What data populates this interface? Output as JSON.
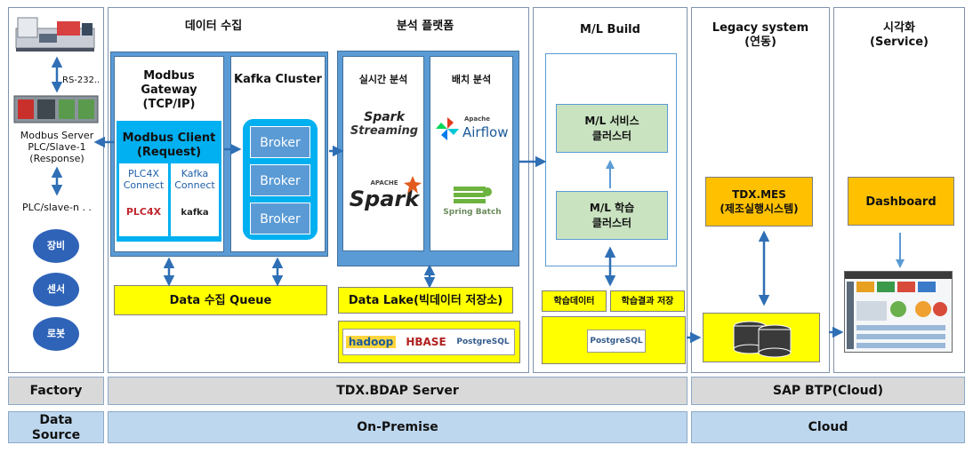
{
  "sections": {
    "data_collection": "데이터 수집",
    "analytics_platform": "분석 플랫폼",
    "ml_build": "M/L Build",
    "legacy_line1": "Legacy system",
    "legacy_line2": "(연동)",
    "visual_line1": "시각화",
    "visual_line2": "(Service)"
  },
  "factory": {
    "rs232": "RS-232..",
    "server_line1": "Modbus Server",
    "server_line2": "PLC/Slave-1",
    "server_line3": "(Response)",
    "slave_n": "PLC/slave-n . .",
    "ovals": [
      "장비",
      "센서",
      "로봇"
    ]
  },
  "gateway": {
    "title_line1": "Modbus Gateway",
    "title_line2": "(TCP/IP)",
    "client_line1": "Modbus Client",
    "client_line2": "(Request)",
    "plc4x_line1": "PLC4X",
    "plc4x_line2": "Connect",
    "kafka_line1": "Kafka",
    "kafka_line2": "Connect",
    "plc4x_logo": "PLC4X",
    "kafka_logo": "kafka"
  },
  "kafka_cluster": {
    "title": "Kafka Cluster",
    "brokers": [
      "Broker",
      "Broker",
      "Broker"
    ]
  },
  "analytics": {
    "realtime": "실시간 분석",
    "batch": "배치 분석",
    "spark_streaming_line1": "Spark",
    "spark_streaming_line2": "Streaming",
    "apache_small1": "APACHE",
    "spark": "Spark",
    "apache_small2": "Apache",
    "airflow": "Airflow",
    "spring_batch": "Spring Batch"
  },
  "queue": "Data 수집 Queue",
  "lake": {
    "label": "Data Lake(빅데이터 저장소)",
    "logos": [
      "hadoop",
      "HBASE",
      "PostgreSQL"
    ]
  },
  "ml": {
    "service_line1": "M/L 서비스",
    "service_line2": "클러스터",
    "train_line1": "M/L 학습",
    "train_line2": "클러스터",
    "train_data": "학습데이터",
    "train_result": "학습결과 저장",
    "db_logo": "PostgreSQL"
  },
  "legacy": {
    "mes_line1": "TDX.MES",
    "mes_line2": "(제조실행시스템)"
  },
  "visual": {
    "dashboard": "Dashboard"
  },
  "bottom": {
    "factory": "Factory",
    "server": "TDX.BDAP Server",
    "sap": "SAP BTP(Cloud)",
    "data_source_line1": "Data",
    "data_source_line2": "Source",
    "on_premise": "On-Premise",
    "cloud": "Cloud"
  }
}
